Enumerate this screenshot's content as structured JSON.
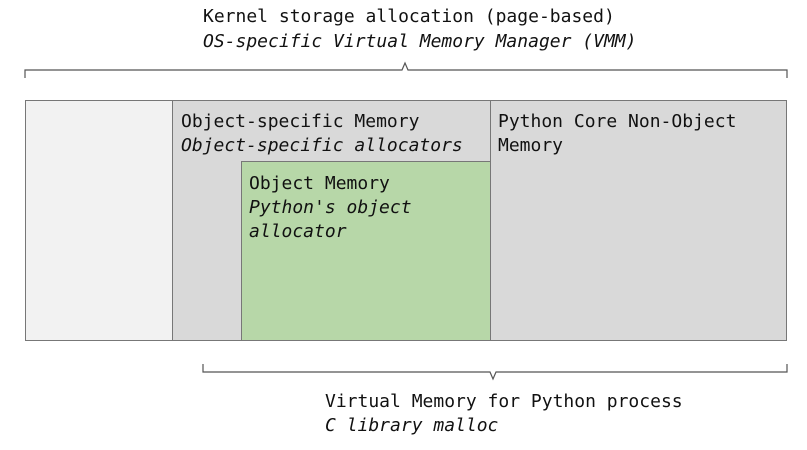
{
  "kernel": {
    "title": "Kernel storage allocation (page-based)",
    "subtitle": "OS-specific Virtual Memory Manager (VMM)"
  },
  "object_specific": {
    "title": "Object-specific Memory",
    "subtitle": "Object-specific allocators"
  },
  "core": {
    "title_line1": "Python Core Non-Object",
    "title_line2": "Memory"
  },
  "object_memory": {
    "title": "Object Memory",
    "subtitle_line1": "Python's object",
    "subtitle_line2": "allocator"
  },
  "virtual": {
    "title": "Virtual Memory for Python process",
    "subtitle": "C library malloc"
  },
  "colors": {
    "object_memory_fill": "#b7d7a8",
    "region_fill": "#d9d9d9",
    "unused_fill": "#f2f2f2"
  }
}
